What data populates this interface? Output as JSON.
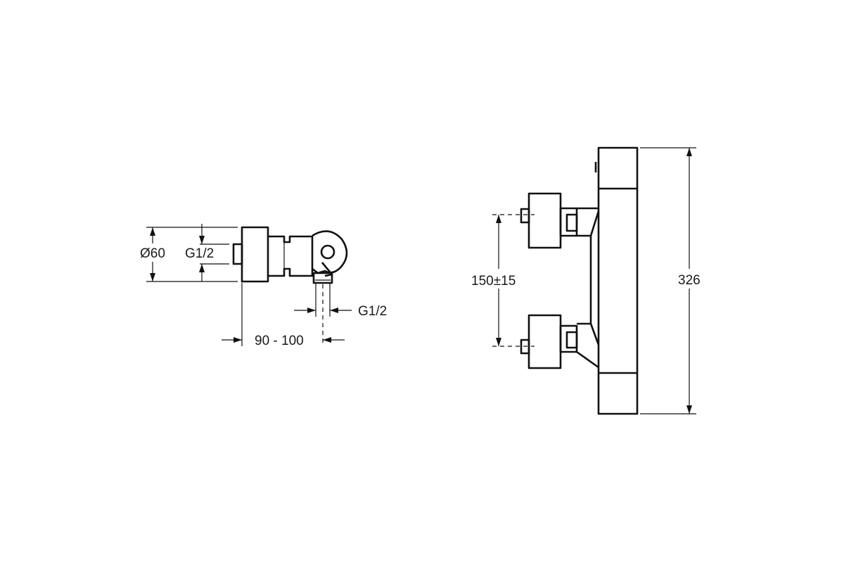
{
  "side_view": {
    "dimensions": {
      "diameter": "Ø60",
      "inlet_thread": "G1/2",
      "outlet_thread": "G1/2",
      "wall_distance": "90 - 100"
    }
  },
  "front_view": {
    "dimensions": {
      "inlet_spacing": "150±15",
      "total_height": "326"
    }
  }
}
